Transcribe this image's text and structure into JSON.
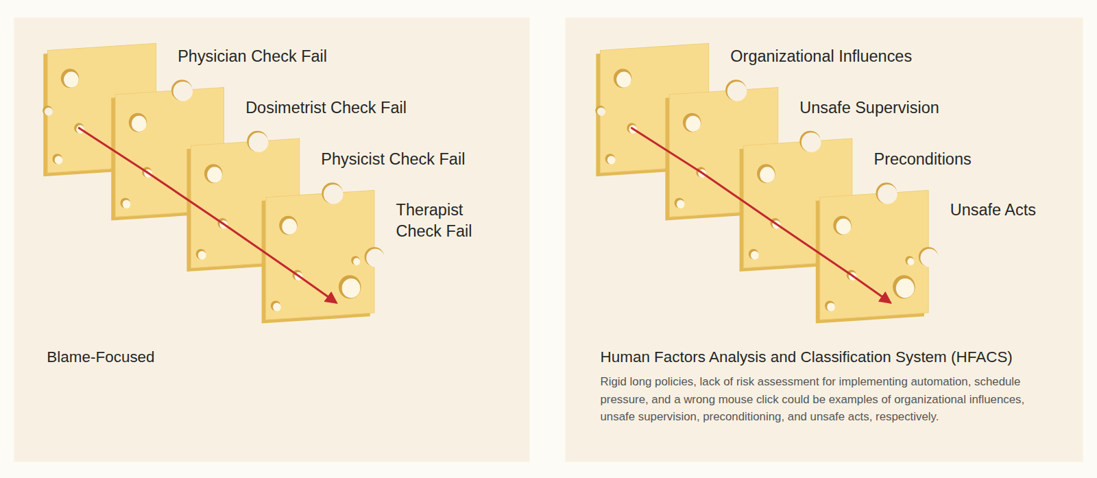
{
  "diagram": {
    "nodes": [
      {
        "text": [
          "Blame-Focused"
        ]
      },
      {
        "text": [
          "Physician Check Fail"
        ],
        "in": 0
      },
      {
        "text": [
          "Dosimetrist Check Fail"
        ],
        "in": 0
      },
      {
        "text": [
          "Physicist Check Fail"
        ],
        "in": 0
      },
      {
        "text": [
          "Therapist Check Fail"
        ],
        "in": 0
      },
      {
        "text": [
          "Human Factors Analysis and Classification System (HFACS)",
          "Rigid long policies, lack of risk assessment for implementing automation, schedule pressure, and a wrong mouse click could be examples of organizational influences, unsafe supervision, preconditioning, and unsafe acts, respectively."
        ]
      },
      {
        "text": [
          "Organizational Influences"
        ],
        "in": 5
      },
      {
        "text": [
          "Unsafe Supervision"
        ],
        "in": 5
      },
      {
        "text": [
          "Preconditions"
        ],
        "in": 5
      },
      {
        "text": [
          "Unsafe Acts"
        ],
        "in": 5
      }
    ],
    "edges": [
      {
        "from": 1,
        "to": 2,
        "arrow": "none"
      },
      {
        "from": 2,
        "to": 3,
        "arrow": "none"
      },
      {
        "from": 3,
        "to": 4,
        "arrow": "to"
      },
      {
        "from": 6,
        "to": 7,
        "arrow": "none"
      },
      {
        "from": 7,
        "to": 8,
        "arrow": "none"
      },
      {
        "from": 8,
        "to": 9,
        "arrow": "to"
      }
    ]
  }
}
